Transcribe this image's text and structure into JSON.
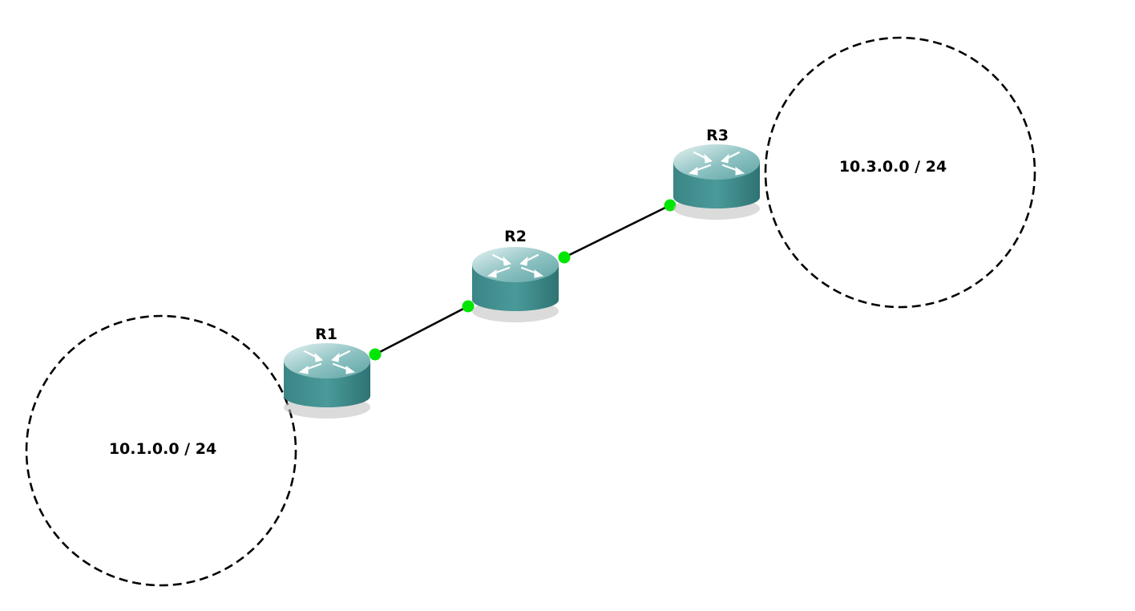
{
  "routers": [
    {
      "id": "R1",
      "label": "R1"
    },
    {
      "id": "R2",
      "label": "R2"
    },
    {
      "id": "R3",
      "label": "R3"
    }
  ],
  "networks": [
    {
      "id": "net1",
      "label": "10.1.0.0 / 24"
    },
    {
      "id": "net3",
      "label": "10.3.0.0 / 24"
    }
  ],
  "links": [
    {
      "from": "R1",
      "to": "R2",
      "status": "up"
    },
    {
      "from": "R2",
      "to": "R3",
      "status": "up"
    }
  ],
  "colors": {
    "router_body": "#3f8f8f",
    "router_top": "#a8cfcf",
    "link_up": "#00e600",
    "link_line": "#000000",
    "network_outline": "#000000"
  },
  "icons": {
    "router": "router-icon"
  }
}
